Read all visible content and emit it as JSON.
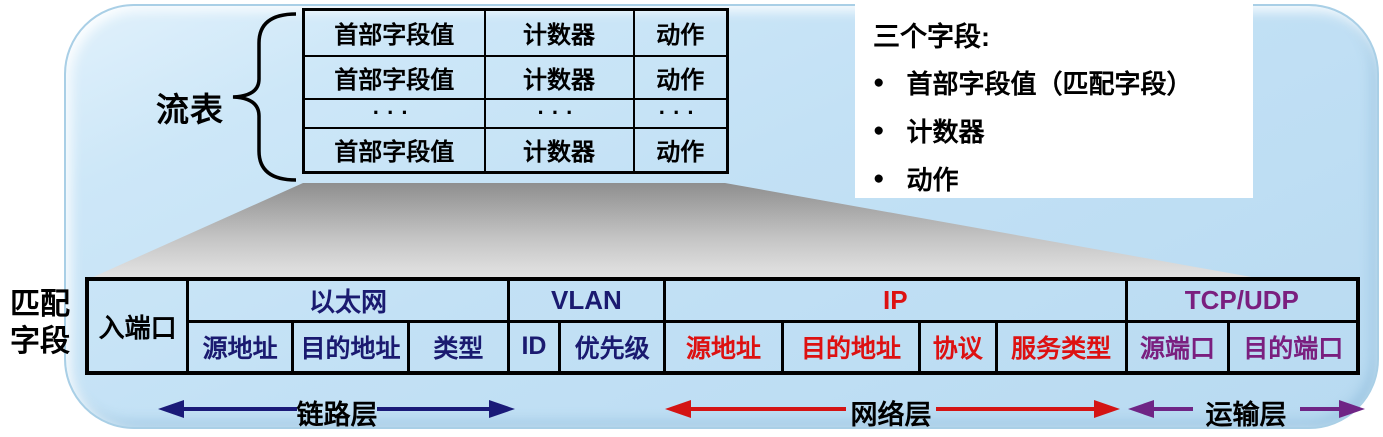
{
  "colors": {
    "background_blue": "#c3e1f5",
    "navy_text": "#1a1a70",
    "red_text": "#dd1111",
    "purple_text": "#7a1f7f",
    "link_layer_arrow": "#1a1a78",
    "network_layer_arrow": "#d41414",
    "transport_layer_arrow": "#6f2585",
    "funnel_top": "#8e8e8e",
    "funnel_bottom": "#e4e4e4"
  },
  "flow_table": {
    "label": "流表",
    "rows": [
      {
        "cells": [
          "首部字段值",
          "计数器",
          "动作"
        ]
      },
      {
        "cells": [
          "首部字段值",
          "计数器",
          "动作"
        ]
      },
      {
        "cells": [
          "···",
          "···",
          "···"
        ]
      },
      {
        "cells": [
          "首部字段值",
          "计数器",
          "动作"
        ]
      }
    ]
  },
  "info_box": {
    "title": "三个字段:",
    "bullet_glyph": "●",
    "bullets": [
      "首部字段值（匹配字段）",
      "计数器",
      "动作"
    ]
  },
  "match_fields": {
    "side_label": "匹配字段",
    "ingress_port": "入端口",
    "groups": [
      {
        "label": "以太网",
        "fields": [
          "源地址",
          "目的地址",
          "类型"
        ]
      },
      {
        "label": "VLAN",
        "fields": [
          "ID",
          "优先级"
        ]
      },
      {
        "label": "IP",
        "fields": [
          "源地址",
          "目的地址",
          "协议",
          "服务类型"
        ]
      },
      {
        "label": "TCP/UDP",
        "fields": [
          "源端口",
          "目的端口"
        ]
      }
    ]
  },
  "layers": [
    {
      "label": "链路层"
    },
    {
      "label": "网络层"
    },
    {
      "label": "运输层"
    }
  ]
}
